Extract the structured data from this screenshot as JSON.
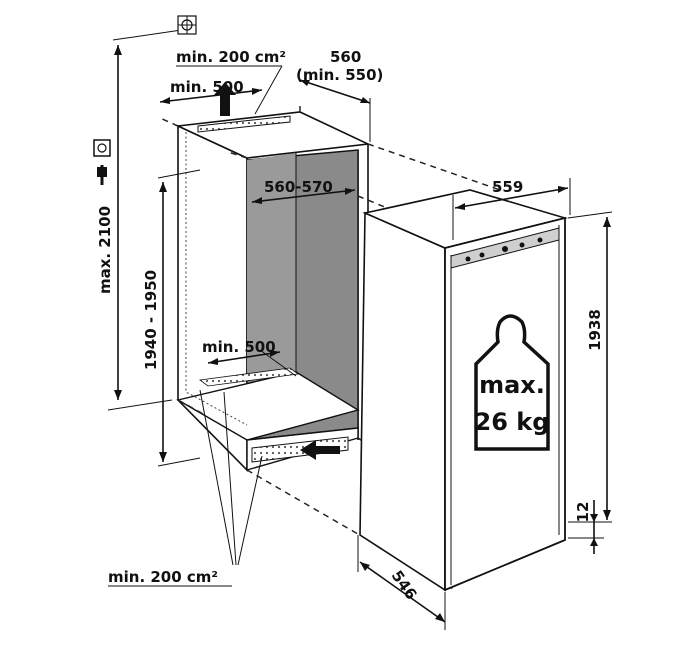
{
  "labels": {
    "top_vent_area": "min. 200 cm²",
    "top_vent_depth": "min. 500",
    "niche_depth": "560",
    "niche_depth_min": "(min. 550)",
    "niche_width": "560-570",
    "total_height_max": "max. 2100",
    "niche_height": "1940 - 1950",
    "bottom_vent_depth": "min. 500",
    "bottom_vent_area": "min. 200 cm²",
    "appliance_width": "559",
    "appliance_height": "1938",
    "plinth_gap": "12",
    "appliance_depth": "546",
    "max_weight_line1": "max.",
    "max_weight_line2": "26 kg"
  },
  "icons": [
    "ground-symbol-icon",
    "power-socket-icon",
    "plug-icon",
    "airflow-arrow-icon",
    "weight-icon"
  ],
  "colors": {
    "line": "#111111",
    "niche_interior": "#8a8a8a",
    "wall_fill": "#ffffff"
  }
}
